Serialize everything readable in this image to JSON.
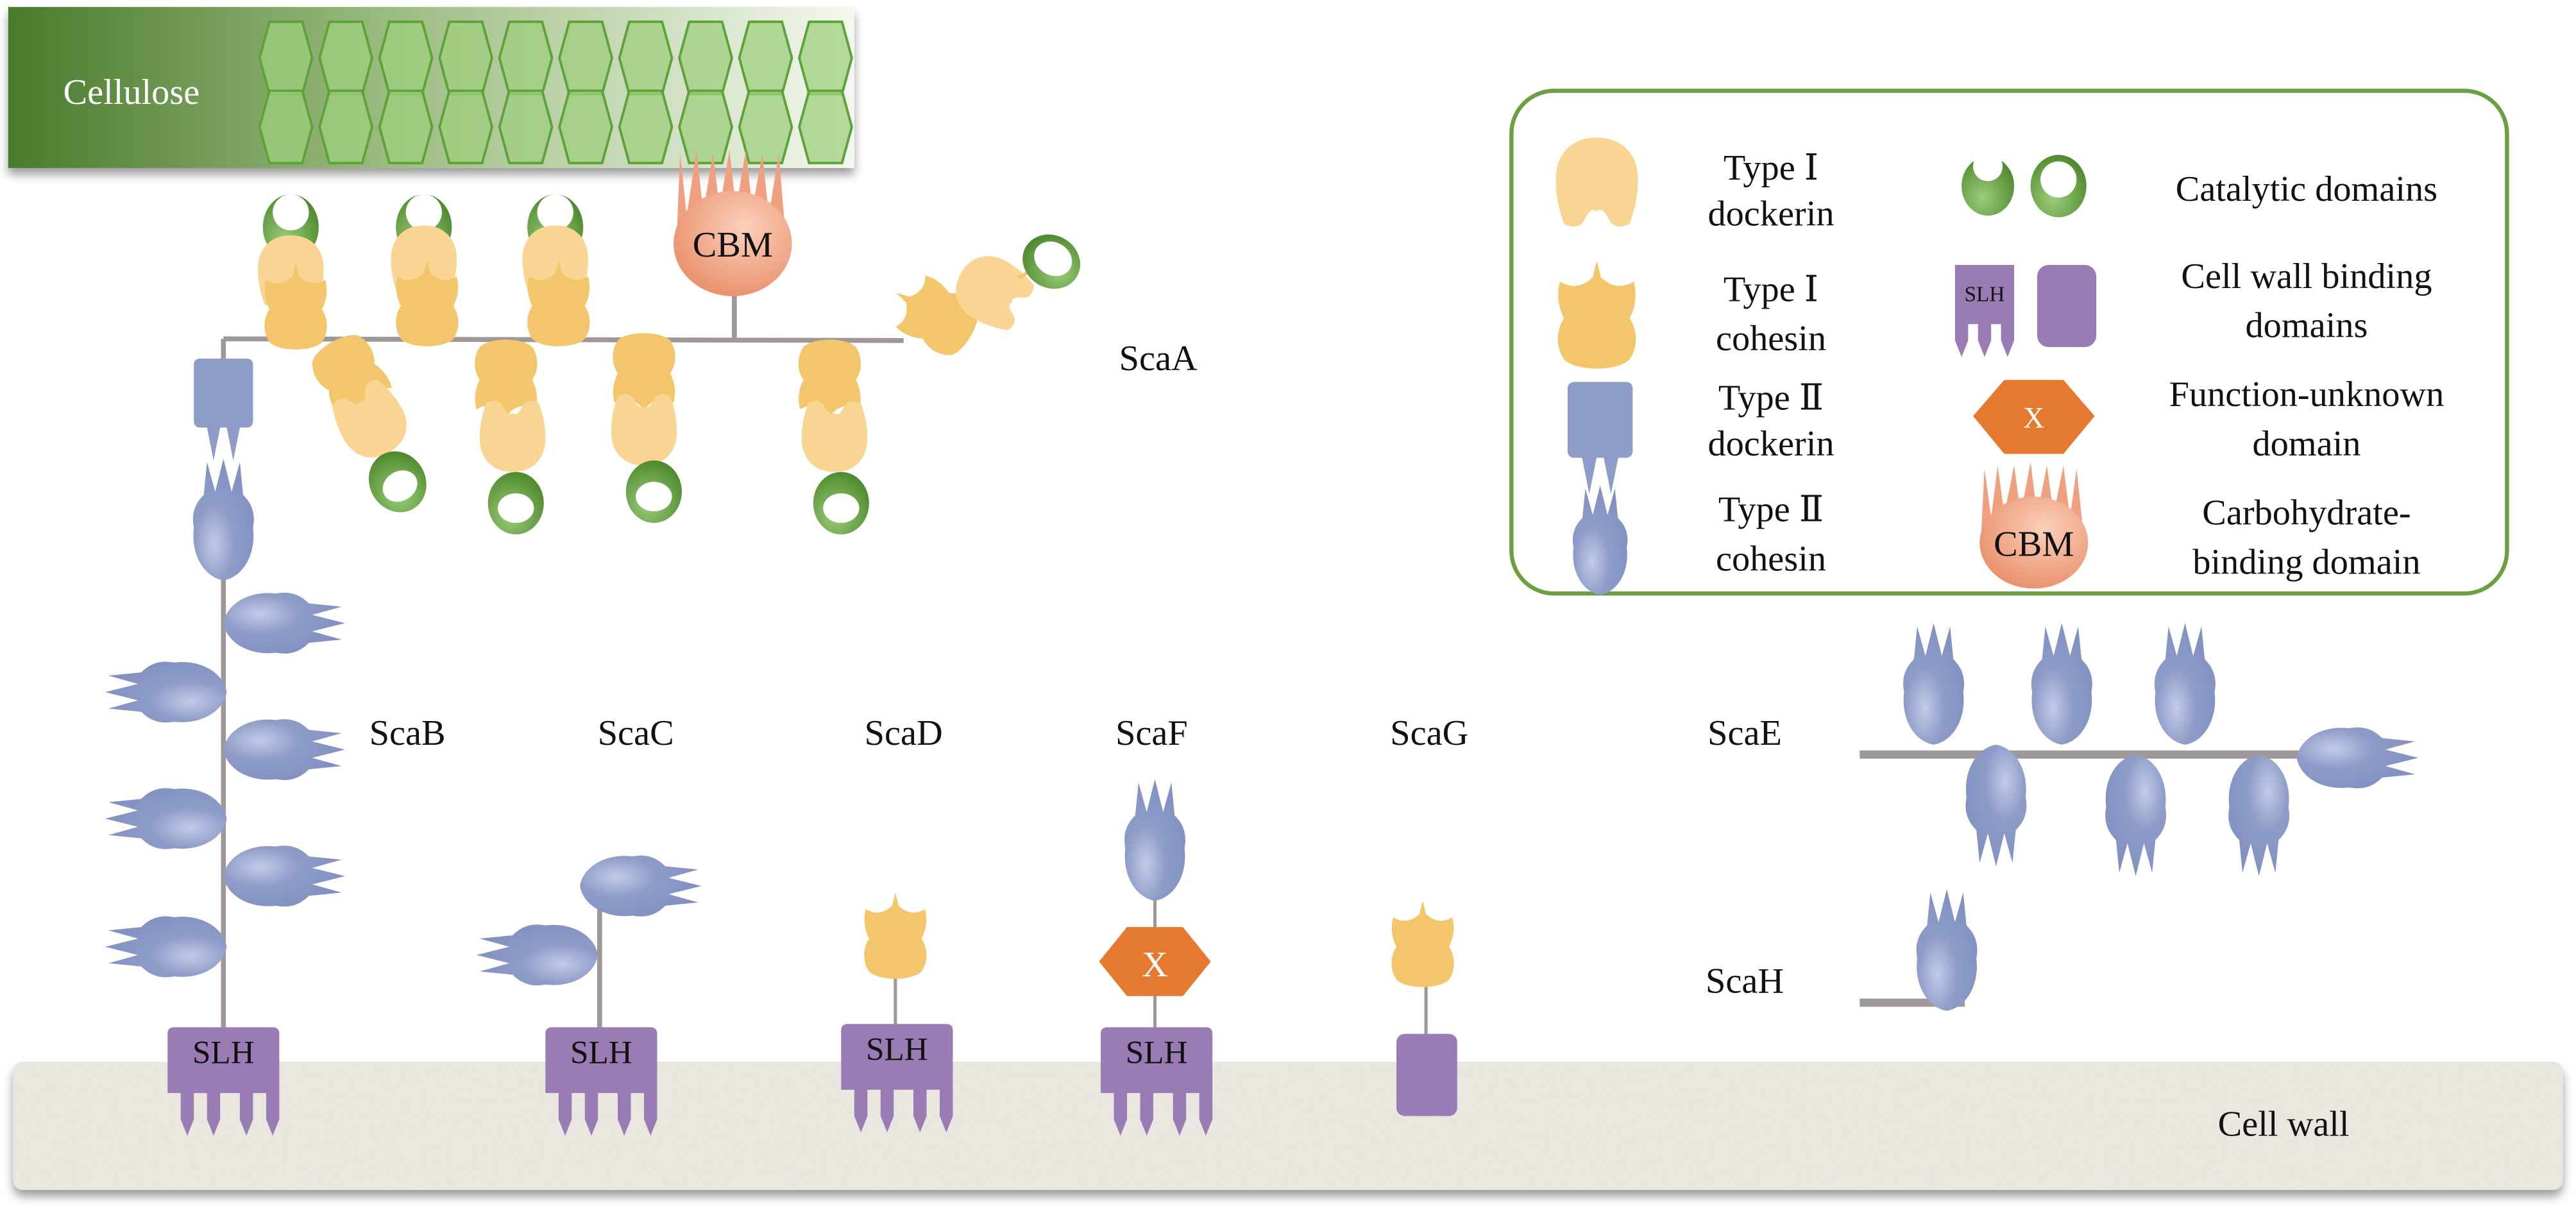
{
  "diagram": {
    "cellulose_label": "Cellulose",
    "cell_wall_label": "Cell wall",
    "cbm_label": "CBM",
    "slh_label": "SLH",
    "x_label": "X",
    "scaffoldins": {
      "scaA": "ScaA",
      "scaB": "ScaB",
      "scaC": "ScaC",
      "scaD": "ScaD",
      "scaF": "ScaF",
      "scaG": "ScaG",
      "scaE": "ScaE",
      "scaH": "ScaH"
    }
  },
  "legend": {
    "items": [
      {
        "line1": "Type Ⅰ",
        "line2": "dockerin"
      },
      {
        "line1": "Type Ⅰ",
        "line2": "cohesin"
      },
      {
        "line1": "Type Ⅱ",
        "line2": "dockerin"
      },
      {
        "line1": "Type Ⅱ",
        "line2": "cohesin"
      },
      {
        "line1": "Catalytic domains",
        "line2": ""
      },
      {
        "line1": "Cell wall binding",
        "line2": "domains"
      },
      {
        "line1": "Function-unknown",
        "line2": "domain"
      },
      {
        "line1": "Carbohydrate-",
        "line2": "binding domain"
      }
    ],
    "slh_icon_label": "SLH",
    "x_icon_label": "X",
    "cbm_icon_label": "CBM"
  },
  "colors": {
    "type1_dockerin": "#f8d592",
    "type1_cohesin": "#f3c66b",
    "type2": "#8e9cc8",
    "catalytic": "#5e9a3a",
    "slh": "#9a7cb4",
    "x_domain": "#e4792f",
    "cbm": "#eea080",
    "linker": "#a09898",
    "legend_border": "#6aa040",
    "cellulose_dark": "#4d7a2e"
  }
}
